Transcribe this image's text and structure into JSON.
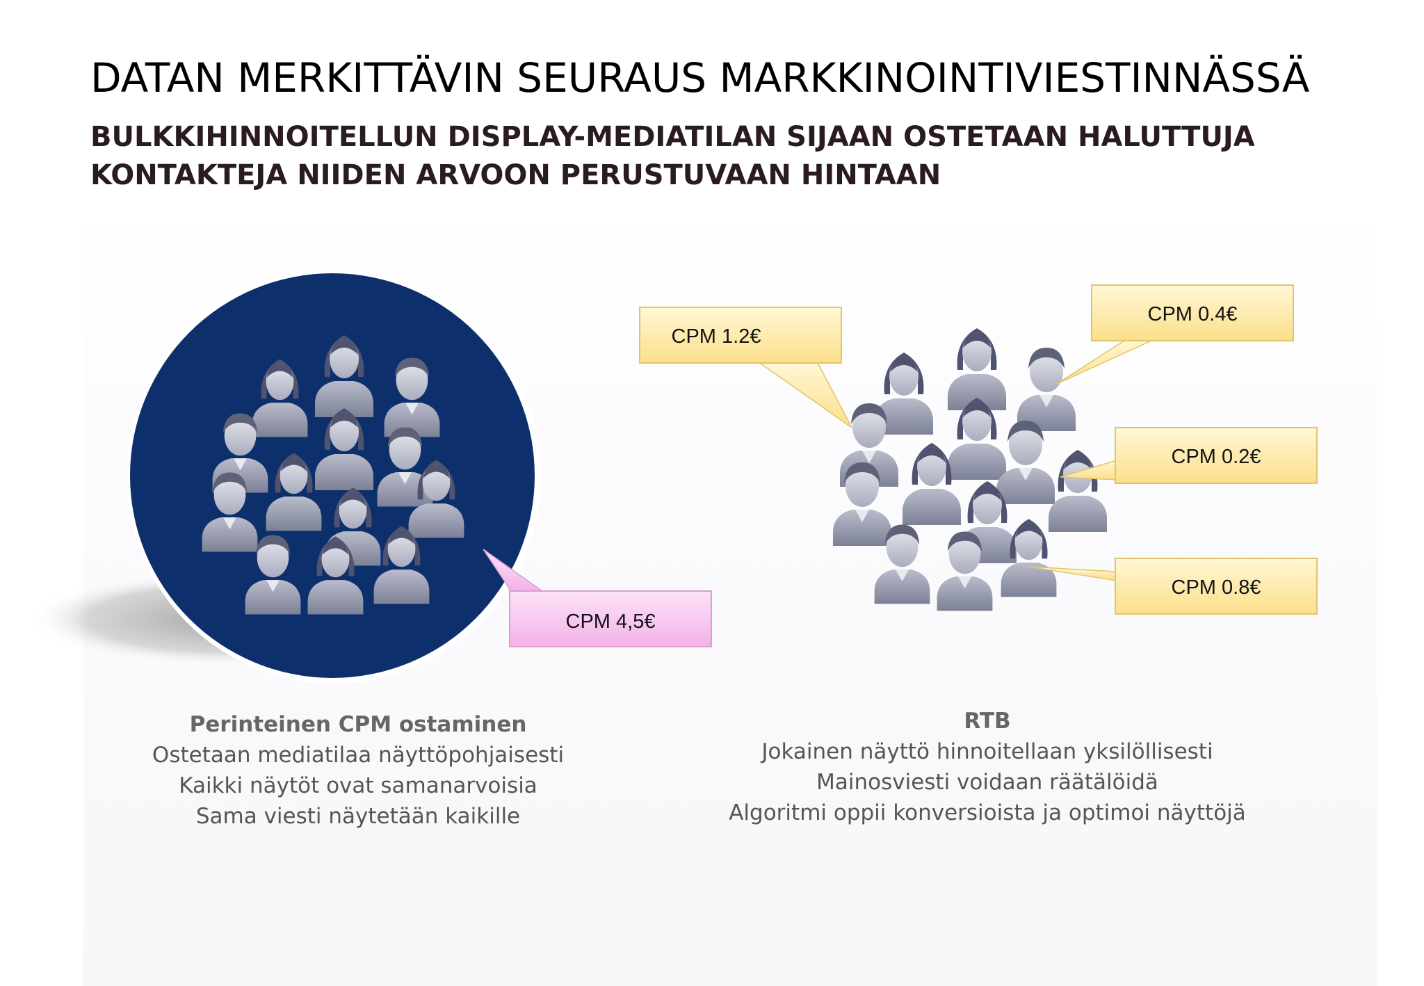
{
  "slide": {
    "title": "DATAN MERKITTÄVIN SEURAUS MARKKINOINTIVIESTINNÄSSÄ",
    "subtitle_lines": [
      "BULKKIHINNOITELLUN DISPLAY-MEDIATILAN SIJAAN OSTETAAN HALUTTUJA",
      "KONTAKTEJA NIIDEN ARVOON PERUSTUVAAN HINTAAN"
    ]
  },
  "left": {
    "callout": "CPM 4,5€",
    "heading": "Perinteinen CPM ostaminen",
    "lines": [
      "Ostetaan mediatilaa näyttöpohjaisesti",
      "Kaikki näytöt ovat samanarvoisia",
      "Sama viesti näytetään kaikille"
    ]
  },
  "right": {
    "callouts": [
      "CPM 1.2€",
      "CPM 0.4€",
      "CPM 0.2€",
      "CPM 0.8€"
    ],
    "heading": "RTB",
    "lines": [
      "Jokainen näyttö hinnoitellaan yksilöllisesti",
      "Mainosviesti voidaan räätälöidä",
      "Algoritmi oppii konversioista ja optimoi näyttöjä"
    ]
  },
  "colors": {
    "circle": "#0d2f6b",
    "callout_yellow": "#fde9a6",
    "callout_pink": "#f8c6f0",
    "people_gray": "#8a8ea3"
  },
  "icons": [
    "person-icon",
    "group-circle"
  ]
}
